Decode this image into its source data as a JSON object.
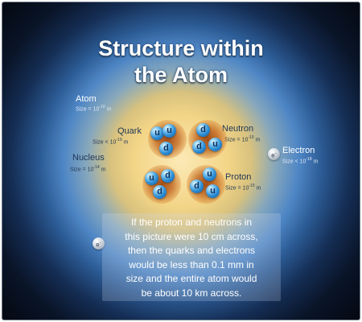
{
  "title": [
    "Structure within",
    "the Atom"
  ],
  "labels": {
    "atom": "Atom",
    "atom_size": "Size = 10",
    "atom_exp": "-10",
    "quark": "Quark",
    "quark_size": "Size < 10",
    "quark_exp": "-19",
    "nucleus": "Nucleus",
    "nucleus_size": "Size = 10",
    "nucleus_exp": "-14",
    "neutron": "Neutron",
    "neutron_size": "Size = 10",
    "neutron_exp": "-15",
    "electron": "Electron",
    "electron_size": "Size < 10",
    "electron_exp": "-18",
    "proton": "Proton",
    "proton_size": "Size = 10",
    "proton_exp": "-15",
    "unit": " m"
  },
  "quarks": {
    "up": "u",
    "down": "d"
  },
  "electron_symbol": "e",
  "electron_charge": "-",
  "note": [
    "If the proton and neutrons in",
    "this picture were 10 cm across,",
    "then the quarks and electrons",
    "would be less than 0.1 mm in",
    "size and the entire atom would",
    "be about 10 km across."
  ]
}
